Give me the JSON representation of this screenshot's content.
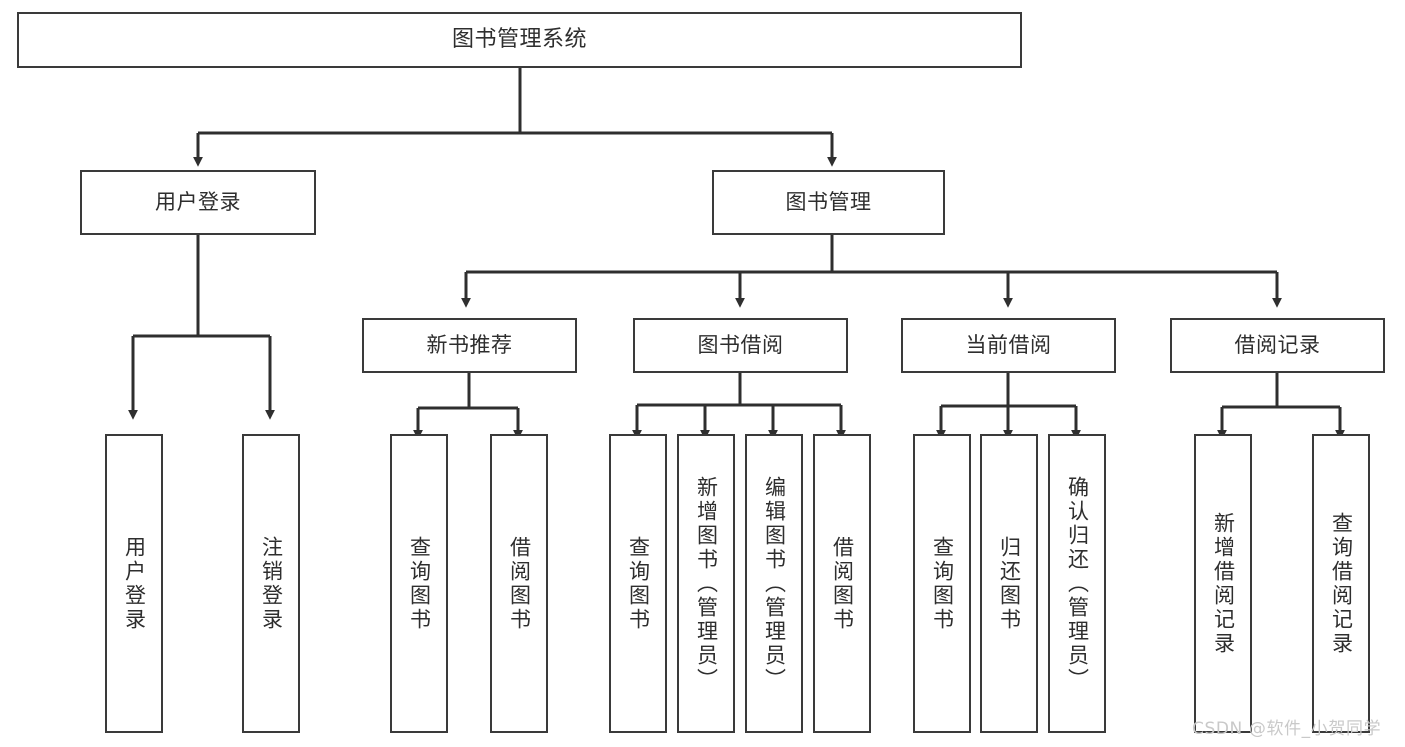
{
  "diagram": {
    "title": "图书管理系统",
    "type": "tree-hierarchy",
    "orientation": "top-down",
    "style": {
      "box_border_color": "#3a3a3a",
      "box_fill_color": "#ffffff",
      "text_color": "#2e2e2e",
      "connector_color": "#2f2f2f",
      "background": "#ffffff"
    },
    "root": {
      "label": "图书管理系统"
    },
    "level2": [
      {
        "label": "用户登录"
      },
      {
        "label": "图书管理"
      }
    ],
    "level3": [
      {
        "label": "新书推荐"
      },
      {
        "label": "图书借阅"
      },
      {
        "label": "当前借阅"
      },
      {
        "label": "借阅记录"
      }
    ],
    "leaves": {
      "user_login": [
        {
          "label": "用户登录"
        },
        {
          "label": "注销登录"
        }
      ],
      "new_book_recommend": [
        {
          "label": "查询图书"
        },
        {
          "label": "借阅图书"
        }
      ],
      "book_borrow": [
        {
          "label": "查询图书"
        },
        {
          "label": "新增图书（管理员）"
        },
        {
          "label": "编辑图书（管理员）"
        },
        {
          "label": "借阅图书"
        }
      ],
      "current_borrow": [
        {
          "label": "查询图书"
        },
        {
          "label": "归还图书"
        },
        {
          "label": "确认归还（管理员）"
        }
      ],
      "borrow_record": [
        {
          "label": "新增借阅记录"
        },
        {
          "label": "查询借阅记录"
        }
      ]
    }
  },
  "watermark": {
    "text": "CSDN @软件_小贺同学"
  }
}
